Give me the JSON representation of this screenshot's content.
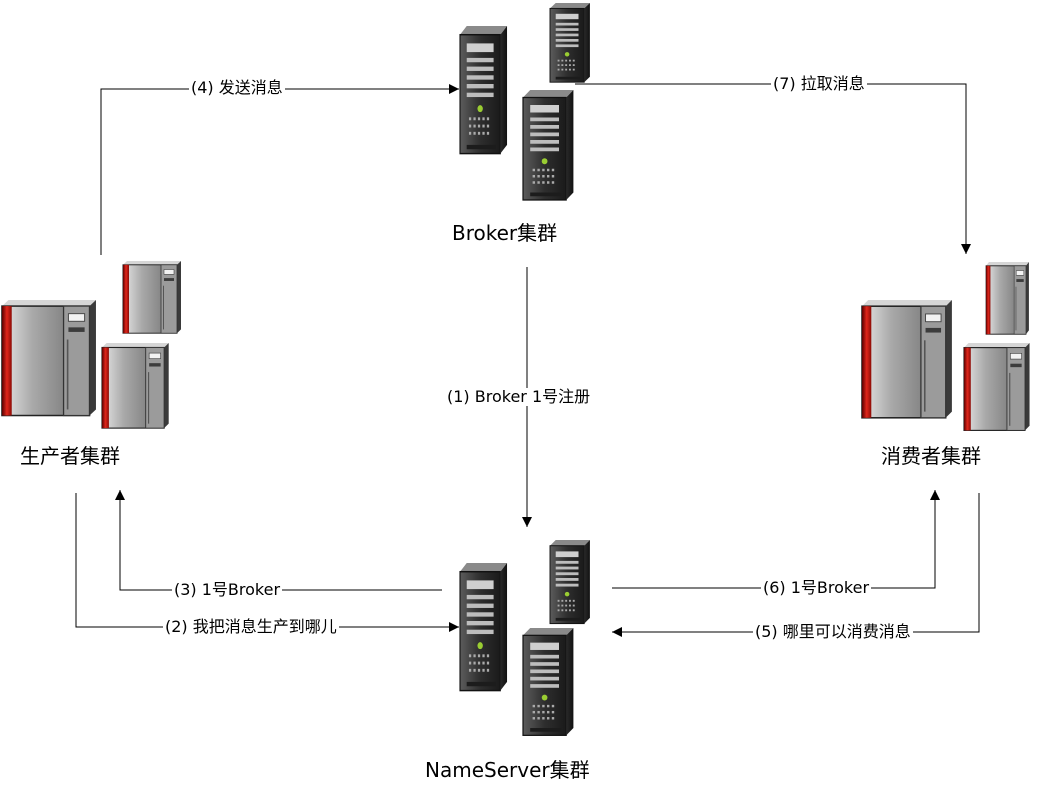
{
  "nodes": {
    "broker": {
      "label": "Broker集群"
    },
    "nameserver": {
      "label": "NameServer集群"
    },
    "producer": {
      "label": "生产者集群"
    },
    "consumer": {
      "label": "消费者集群"
    }
  },
  "edges": {
    "register": {
      "label": "(1) Broker 1号注册"
    },
    "producer_ask": {
      "label": "(2) 我把消息生产到哪儿"
    },
    "producer_reply": {
      "label": "(3) 1号Broker"
    },
    "send": {
      "label": "(4) 发送消息"
    },
    "consumer_ask": {
      "label": "(5) 哪里可以消费消息"
    },
    "consumer_reply": {
      "label": "(6) 1号Broker"
    },
    "pull": {
      "label": "(7) 拉取消息"
    }
  },
  "icons": {
    "broker": "server-cluster-icon",
    "nameserver": "server-cluster-icon",
    "producer": "mainframe-cluster-icon",
    "consumer": "mainframe-cluster-icon"
  },
  "colors": {
    "line": "#000000",
    "server_body": "#2b2b2b",
    "mainframe_accent": "#c0150f"
  }
}
